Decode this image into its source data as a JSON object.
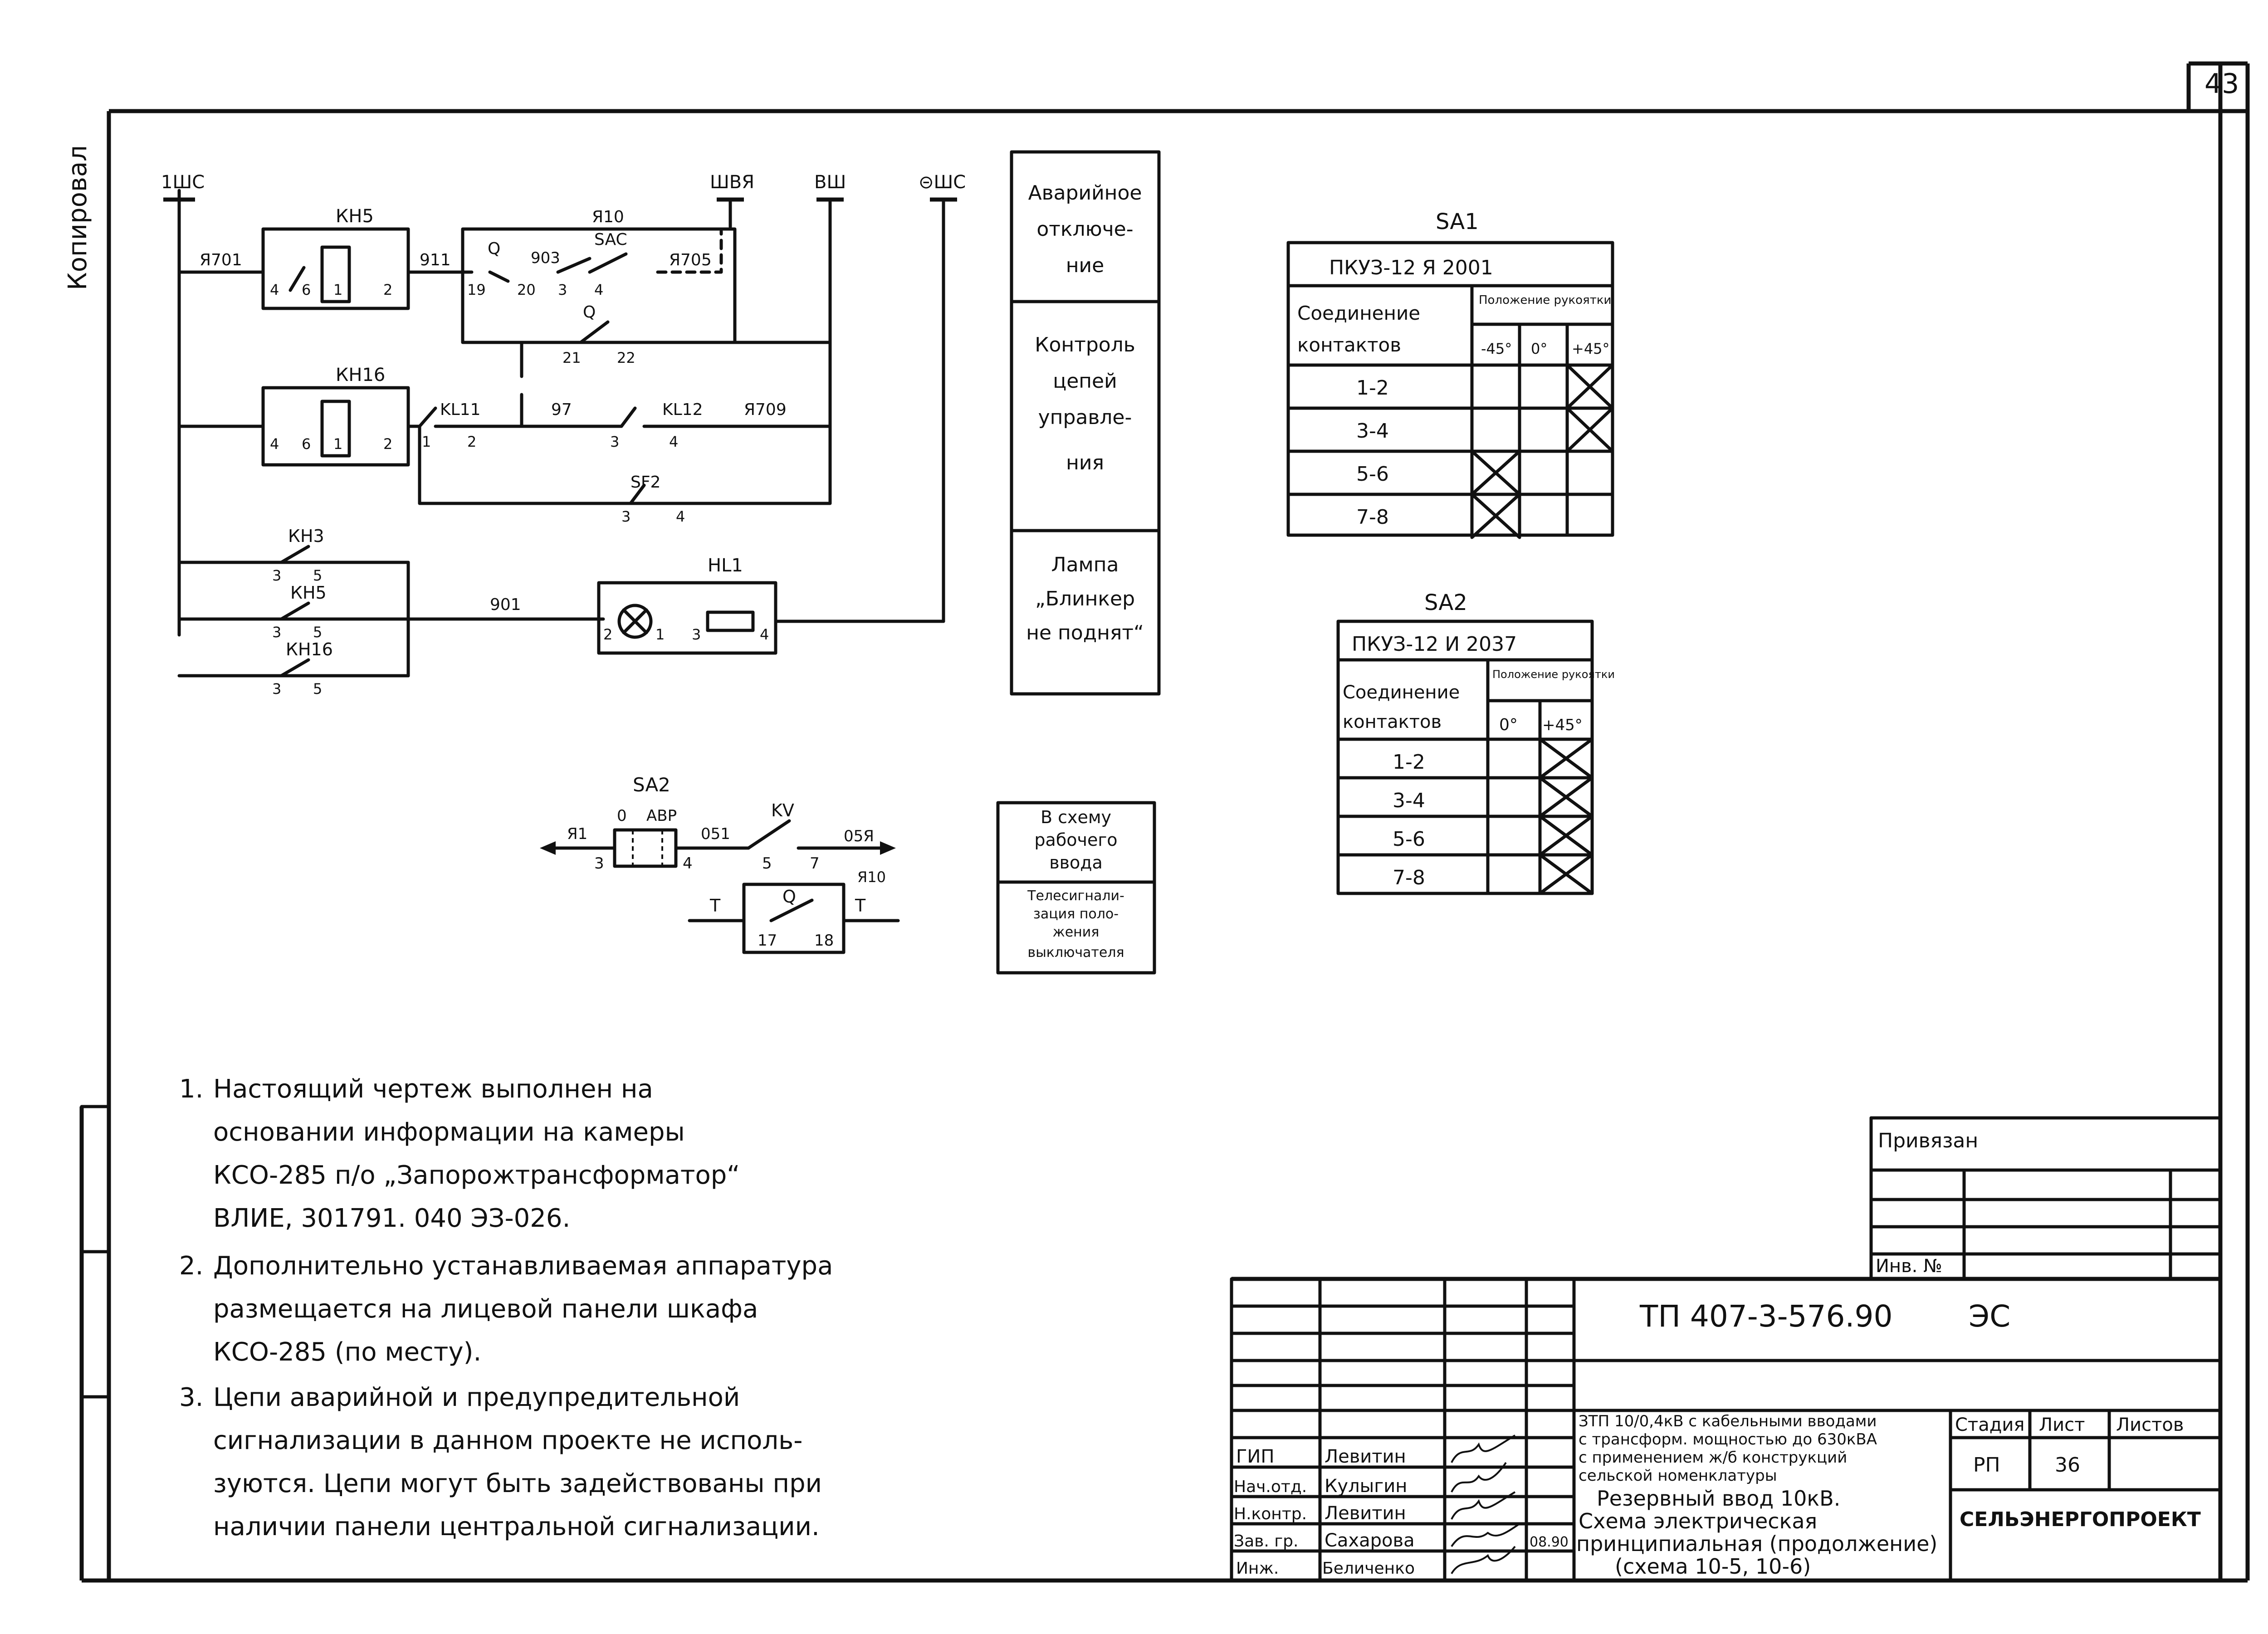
{
  "sheet": {
    "page_number": "43",
    "side_label": "Копировал"
  },
  "buses": [
    "1ШС",
    "ШВЯ",
    "ВШ",
    "⊝ШС"
  ],
  "circuit": {
    "relays": [
      "КН5",
      "КН16",
      "КН3",
      "КН5",
      "КН16"
    ],
    "apparatus": [
      "Я10",
      "SAC",
      "Q",
      "Q",
      "KL11",
      "KL12",
      "SF2",
      "HL1"
    ],
    "wires": [
      "Я701",
      "911",
      "903",
      "Я705",
      "97",
      "Я709",
      "901"
    ],
    "terminals": [
      "4",
      "6",
      "1",
      "2",
      "19",
      "20",
      "3",
      "4",
      "21",
      "22",
      "4",
      "6",
      "1",
      "2",
      "1",
      "2",
      "3",
      "4",
      "3",
      "4",
      "3",
      "5",
      "3",
      "5",
      "3",
      "5",
      "2",
      "1",
      "3",
      "4"
    ]
  },
  "purpose_blocks": [
    "Аварийное отключение",
    "Контроль цепей управления",
    "Лампа „Блинкер не поднят“",
    "В схему рабочего ввода",
    "Телесигнализация положения выключателя"
  ],
  "sa2_circuit": {
    "title": "SA2",
    "labels": [
      "Я1",
      "0",
      "АВР",
      "051",
      "KV",
      "05Я",
      "Q",
      "Я10",
      "T",
      "T"
    ],
    "terminals": [
      "3",
      "4",
      "5",
      "7",
      "17",
      "18"
    ]
  },
  "table1": {
    "title": "SA1",
    "model": "ПКУЗ-12 Я 2001",
    "header_left": "Соединение контактов",
    "header_right": "Положение рукоятки",
    "positions": [
      "-45°",
      "0°",
      "+45°"
    ],
    "rows": [
      {
        "contacts": "1-2",
        "marks": [
          false,
          false,
          true
        ]
      },
      {
        "contacts": "3-4",
        "marks": [
          false,
          false,
          true
        ]
      },
      {
        "contacts": "5-6",
        "marks": [
          true,
          false,
          false
        ]
      },
      {
        "contacts": "7-8",
        "marks": [
          true,
          false,
          false
        ]
      }
    ]
  },
  "table2": {
    "title": "SA2",
    "model": "ПКУЗ-12 И 2037",
    "header_left": "Соединение контактов",
    "header_right": "Положение рукоятки",
    "positions": [
      "0°",
      "+45°"
    ],
    "rows": [
      {
        "contacts": "1-2",
        "marks": [
          false,
          true
        ]
      },
      {
        "contacts": "3-4",
        "marks": [
          false,
          true
        ]
      },
      {
        "contacts": "5-6",
        "marks": [
          false,
          true
        ]
      },
      {
        "contacts": "7-8",
        "marks": [
          false,
          true
        ]
      }
    ]
  },
  "notes": [
    [
      "1.",
      "Настоящий чертеж выполнен на",
      "основании информации на камеры",
      "КСО-285 п/о „Запорожтрансформатор“",
      "ВЛИЕ, 301791. 040 ЭЗ-026."
    ],
    [
      "2.",
      "Дополнительно устанавливаемая аппаратура",
      "размещается на лицевой панели шкафа",
      "КСО-285 (по месту)."
    ],
    [
      "3.",
      "Цепи аварийной и предупредительной",
      "сигнализации в данном проекте не исполь-",
      "зуются. Цепи могут быть задействованы при",
      "наличии панели центральной сигнализации."
    ]
  ],
  "stamp": {
    "bound": "Привязан",
    "inv": "Инв. №",
    "doc_code": "ТП 407-3-576.90",
    "doc_mark": "ЭС",
    "project_name": [
      "ЗТП 10/0,4кВ с кабельными вводами",
      "с трансформ. мощностью до 630кВА",
      "с применением ж/б конструкций",
      "сельской номенклатуры"
    ],
    "sheet_title": [
      "Резервный ввод 10кВ.",
      "Схема электрическая",
      "принципиальная (продолжение)",
      "(схема 10-5, 10-6)"
    ],
    "stage_label": "Стадия",
    "sheet_label": "Лист",
    "sheets_label": "Листов",
    "stage": "РП",
    "sheet": "36",
    "org": "СЕЛЬЭНЕРГОПРОЕКТ",
    "signers": [
      {
        "role": "ГИП",
        "name": "Левитин",
        "date": ""
      },
      {
        "role": "Нач.отд.",
        "name": "Кулыгин",
        "date": ""
      },
      {
        "role": "Н.контр.",
        "name": "Левитин",
        "date": ""
      },
      {
        "role": "Зав. гр.",
        "name": "Сахарова",
        "date": "08.90"
      },
      {
        "role": "Инж.",
        "name": "Беличенко",
        "date": ""
      }
    ]
  }
}
